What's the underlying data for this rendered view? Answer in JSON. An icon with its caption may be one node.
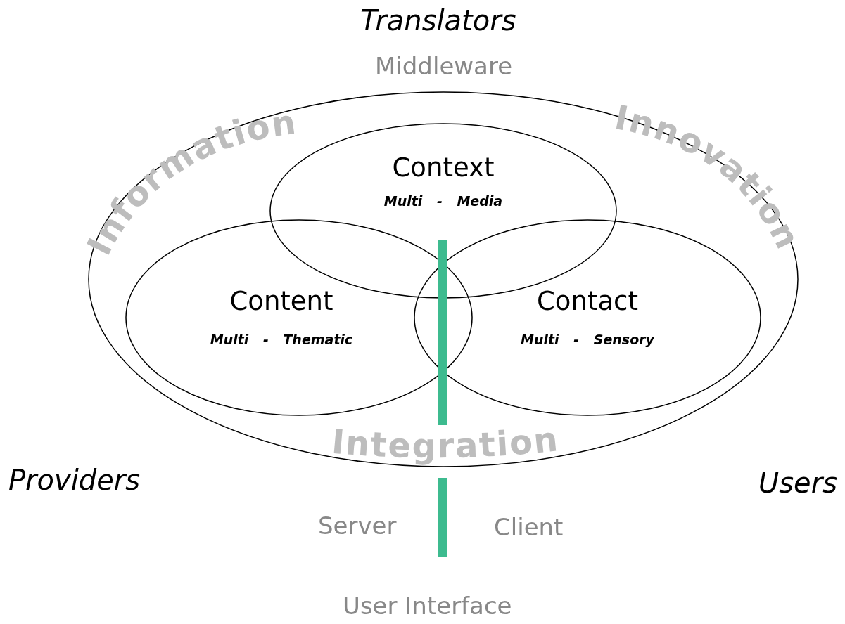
{
  "diagram": {
    "nodes": [
      {
        "text": [
          "Information",
          "Innovation",
          "Integration"
        ]
      },
      {
        "text": [
          "Context",
          "Multi - Media"
        ],
        "in": 0
      },
      {
        "text": [
          "Content",
          "Multi - Thematic"
        ],
        "in": 0
      },
      {
        "text": [
          "Contact",
          "Multi - Sensory"
        ],
        "in": 0
      }
    ],
    "labels": [
      "Translators",
      "Middleware",
      "Providers",
      "Users",
      "Server",
      "Client",
      "User Interface"
    ]
  }
}
